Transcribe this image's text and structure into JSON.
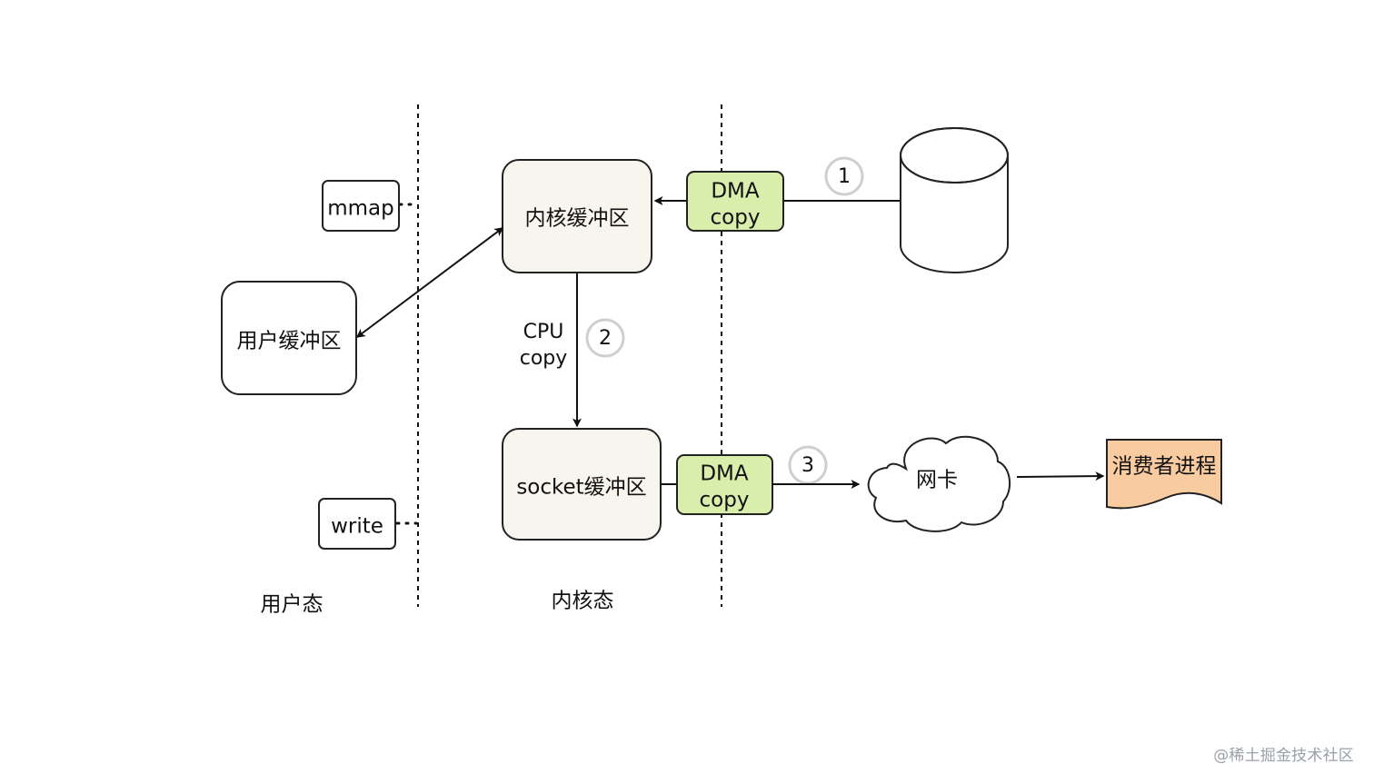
{
  "labels": {
    "mmap": "mmap",
    "write": "write",
    "user_buffer": "用户缓冲区",
    "kernel_buffer": "内核缓冲区",
    "socket_buffer": "socket缓冲区",
    "dma_top_line1": "DMA",
    "dma_top_line2": "copy",
    "dma_bottom_line1": "DMA",
    "dma_bottom_line2": "copy",
    "cpu_line1": "CPU",
    "cpu_line2": "copy",
    "step1": "1",
    "step2": "2",
    "step3": "3",
    "nic": "网卡",
    "consumer": "消费者进程",
    "user_mode": "用户态",
    "kernel_mode": "内核态"
  },
  "watermark": "@稀土掘金技术社区",
  "colors": {
    "dma_fill": "#d8eeaa",
    "buffer_fill": "#f7f5ee",
    "consumer_fill": "#f8cba1",
    "stroke": "#222222",
    "step_circle": "#cfcfcf"
  }
}
